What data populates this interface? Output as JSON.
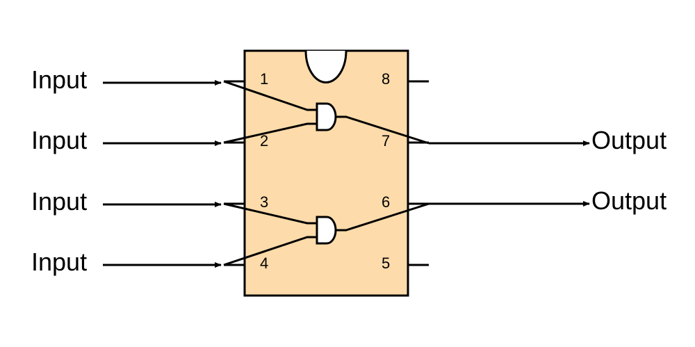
{
  "diagram": {
    "inputs": [
      {
        "label": "Input",
        "pin": "1"
      },
      {
        "label": "Input",
        "pin": "2"
      },
      {
        "label": "Input",
        "pin": "3"
      },
      {
        "label": "Input",
        "pin": "4"
      }
    ],
    "outputs": [
      {
        "label": "Output",
        "pin": "7"
      },
      {
        "label": "Output",
        "pin": "6"
      }
    ],
    "right_pins": [
      "8",
      "7",
      "6",
      "5"
    ],
    "left_pins": [
      "1",
      "2",
      "3",
      "4"
    ],
    "chip_color": "#FDDBAA",
    "gate_type": "AND"
  }
}
